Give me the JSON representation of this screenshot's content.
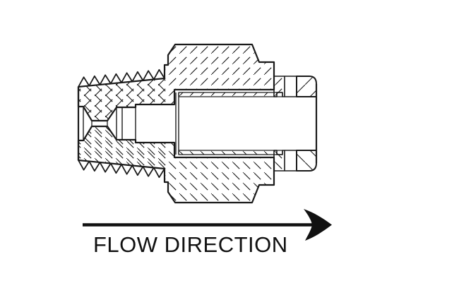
{
  "diagram": {
    "type": "technical-cross-section-drawing",
    "subject": "compression tube fitting with male tapered pipe thread, hex body, ferrule and nut",
    "flow_label": "FLOW DIRECTION",
    "flow_direction": "right",
    "colors": {
      "line": "#1a1a1a",
      "background": "#ffffff",
      "arrow": "#111111"
    }
  }
}
